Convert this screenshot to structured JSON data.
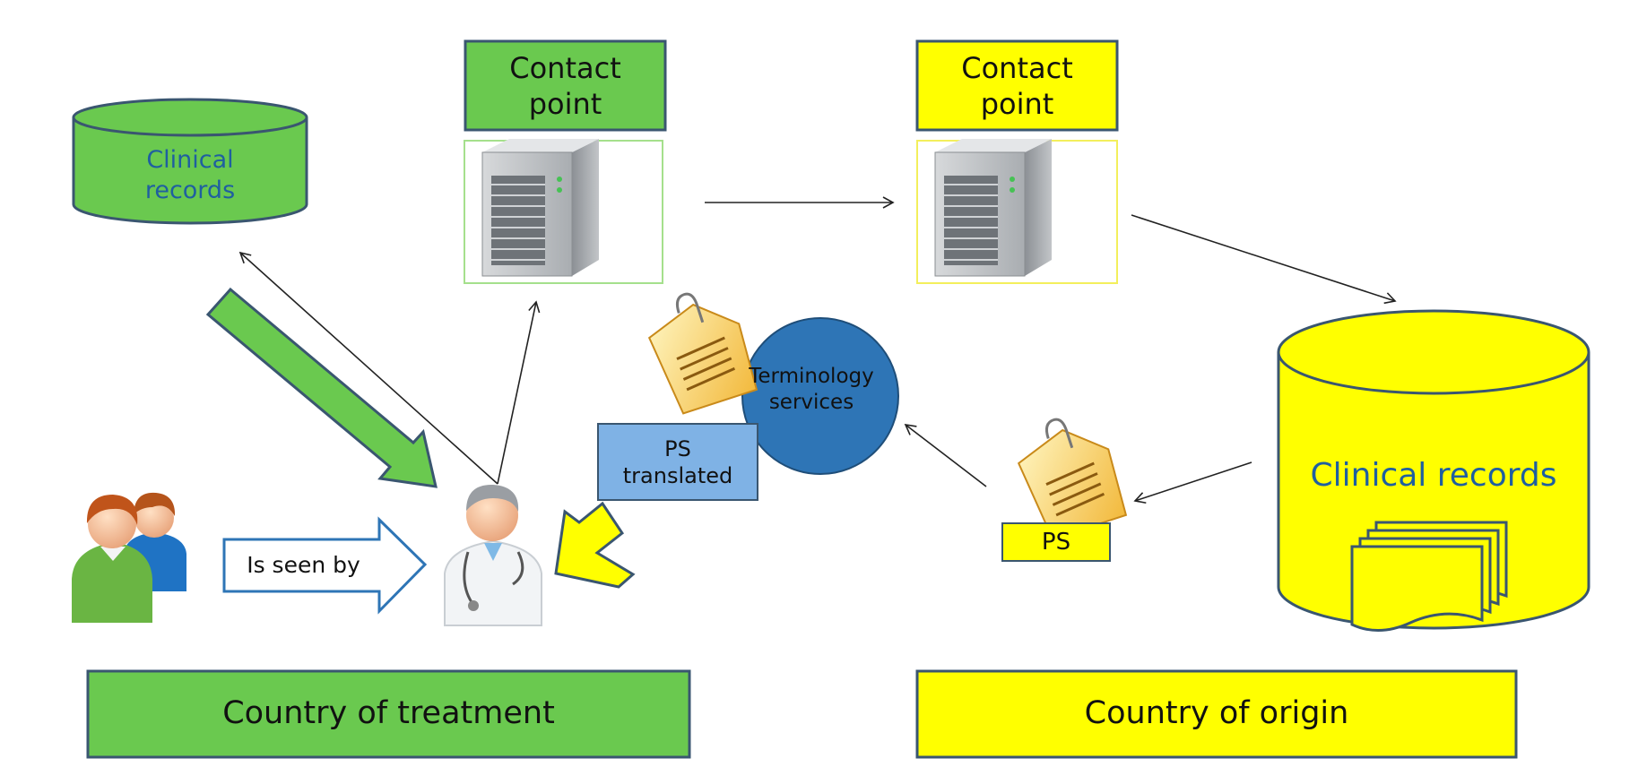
{
  "left_contact_point": {
    "line1": "Contact",
    "line2": "point"
  },
  "right_contact_point": {
    "line1": "Contact",
    "line2": "point"
  },
  "left_clinical_records": {
    "line1": "Clinical",
    "line2": "records"
  },
  "right_clinical_records": {
    "label": "Clinical records"
  },
  "terminology": {
    "line1": "Terminology",
    "line2": "services"
  },
  "ps_translated": {
    "line1": "PS",
    "line2": "translated"
  },
  "ps": {
    "label": "PS"
  },
  "is_seen_by": {
    "label": "Is seen by"
  },
  "country_treatment": {
    "label": "Country of treatment"
  },
  "country_origin": {
    "label": "Country of origin"
  },
  "colors": {
    "green": "#6ac94f",
    "yellow": "#ffff00",
    "blue": "#2e75b6",
    "light_blue": "#7fb2e5",
    "border": "#3a5670"
  },
  "icons": [
    "server-icon",
    "document-icon",
    "patients-icon",
    "doctor-icon"
  ]
}
